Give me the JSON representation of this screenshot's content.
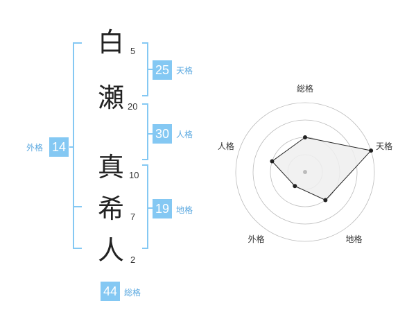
{
  "name": {
    "chars": [
      {
        "char": "白",
        "strokes": "5"
      },
      {
        "char": "瀬",
        "strokes": "20"
      },
      {
        "char": "真",
        "strokes": "10"
      },
      {
        "char": "希",
        "strokes": "7"
      },
      {
        "char": "人",
        "strokes": "2"
      }
    ]
  },
  "fortunes": {
    "tenkaku": {
      "value": "25",
      "label": "天格"
    },
    "jinkaku": {
      "value": "30",
      "label": "人格"
    },
    "chikaku": {
      "value": "19",
      "label": "地格"
    },
    "gaikaku": {
      "value": "14",
      "label": "外格"
    },
    "soukaku": {
      "value": "44",
      "label": "総格"
    }
  },
  "chart_data": {
    "type": "radar",
    "axes": [
      "総格",
      "天格",
      "地格",
      "外格",
      "人格"
    ],
    "rings": 4,
    "max": 4,
    "values": [
      2,
      4,
      2,
      1,
      2
    ],
    "colors": {
      "ring": "#bbbbbb",
      "fill": "#eeeeee",
      "line": "#222222",
      "center": "#bbbbbb"
    }
  },
  "colors": {
    "accent": "#84c8f3",
    "bracket": "#84c8f3",
    "label": "#5aa8e0"
  }
}
